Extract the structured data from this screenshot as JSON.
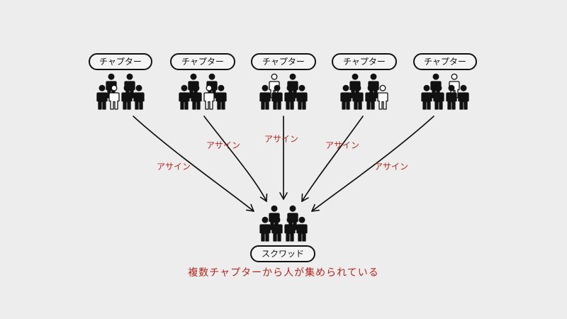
{
  "chapters": [
    {
      "label": "チャプター",
      "assign_label": "アサイン",
      "highlight": 3
    },
    {
      "label": "チャプター",
      "assign_label": "アサイン",
      "highlight": 4
    },
    {
      "label": "チャプター",
      "assign_label": "アサイン",
      "highlight": 0
    },
    {
      "label": "チャプター",
      "assign_label": "アサイン",
      "highlight": 5
    },
    {
      "label": "チャプター",
      "assign_label": "アサイン",
      "highlight": 1
    }
  ],
  "squad": {
    "label": "スクワッド"
  },
  "caption": "複数チャプターから人が集められている",
  "colors": {
    "accent": "#b3261e",
    "ink": "#111111",
    "background": "#ededed"
  }
}
